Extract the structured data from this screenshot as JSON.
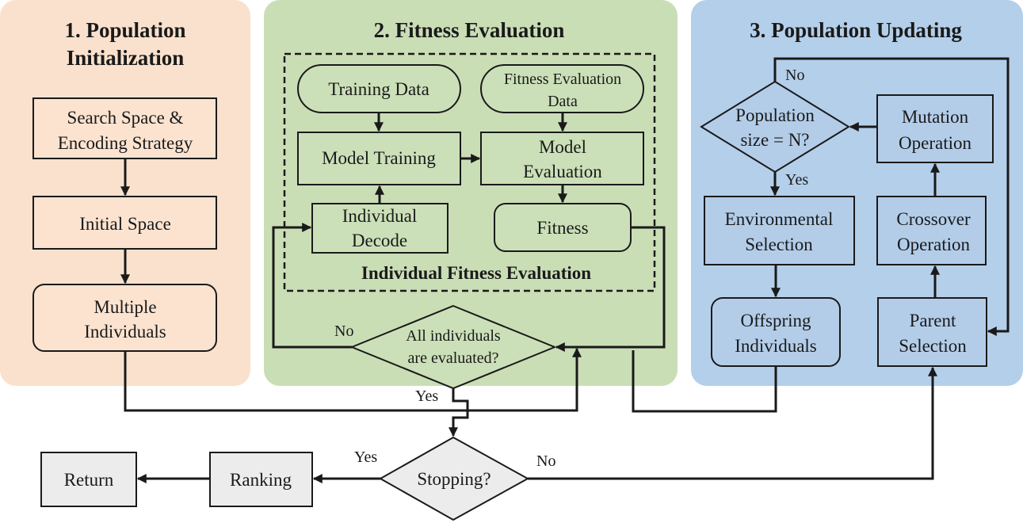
{
  "colors": {
    "panel_1": "#fae1cd",
    "box_1": "#fbe3d0",
    "panel_2": "#cadeb6",
    "box_2": "#cbe0b8",
    "panel_3": "#b4cfea",
    "box_3": "#b3cde9",
    "bottom_box": "#ececec",
    "stroke": "#1a1a1a"
  },
  "panels": {
    "init": {
      "title_line1": "1. Population",
      "title_line2": "Initialization"
    },
    "fitness": {
      "title": "2. Fitness Evaluation"
    },
    "update": {
      "title": "3. Population Updating"
    }
  },
  "init": {
    "search_space_line1": "Search Space &",
    "search_space_line2": "Encoding Strategy",
    "initial_space": "Initial Space",
    "multiple_line1": "Multiple",
    "multiple_line2": "Individuals"
  },
  "fitness": {
    "training_data": "Training Data",
    "eval_data_line1": "Fitness Evaluation",
    "eval_data_line2": "Data",
    "model_training": "Model Training",
    "model_eval_line1": "Model",
    "model_eval_line2": "Evaluation",
    "decode_line1": "Individual",
    "decode_line2": "Decode",
    "fitness": "Fitness",
    "group_title": "Individual Fitness Evaluation",
    "all_eval_line1": "All individuals",
    "all_eval_line2": "are evaluated?",
    "no": "No",
    "yes": "Yes"
  },
  "update": {
    "pop_size_line1": "Population",
    "pop_size_line2": "size = N?",
    "no": "No",
    "yes": "Yes",
    "mutation_line1": "Mutation",
    "mutation_line2": "Operation",
    "env_line1": "Environmental",
    "env_line2": "Selection",
    "crossover_line1": "Crossover",
    "crossover_line2": "Operation",
    "offspring_line1": "Offspring",
    "offspring_line2": "Individuals",
    "parent_line1": "Parent",
    "parent_line2": "Selection"
  },
  "bottom": {
    "stopping": "Stopping?",
    "yes": "Yes",
    "no": "No",
    "ranking": "Ranking",
    "return": "Return"
  }
}
